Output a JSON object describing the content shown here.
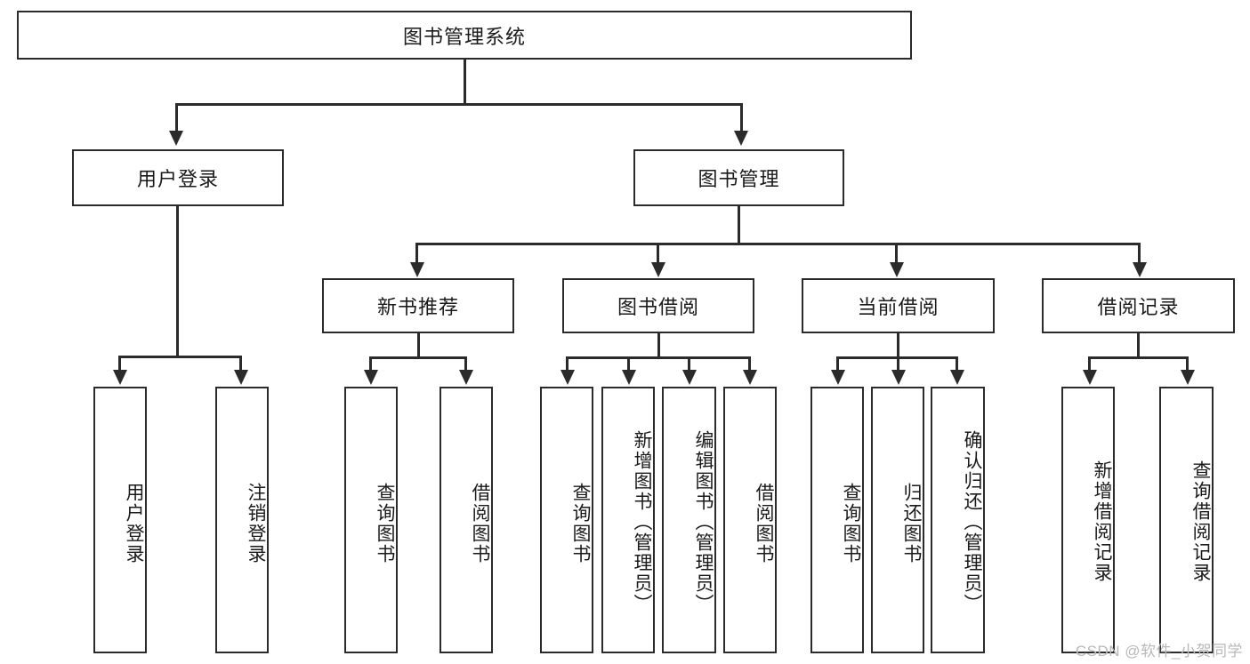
{
  "diagram": {
    "title": "图书管理系统",
    "type": "tree-hierarchy-chart",
    "root": {
      "id": "root",
      "label": "图书管理系统"
    },
    "level2": [
      {
        "id": "login",
        "label": "用户登录"
      },
      {
        "id": "bookmgmt",
        "label": "图书管理"
      }
    ],
    "level3": [
      {
        "id": "newbook",
        "label": "新书推荐",
        "parent": "bookmgmt"
      },
      {
        "id": "borrow",
        "label": "图书借阅",
        "parent": "bookmgmt"
      },
      {
        "id": "current",
        "label": "当前借阅",
        "parent": "bookmgmt"
      },
      {
        "id": "records",
        "label": "借阅记录",
        "parent": "bookmgmt"
      }
    ],
    "leaves": {
      "login": [
        {
          "id": "leaf-user-login",
          "label": "用户登录"
        },
        {
          "id": "leaf-user-logout",
          "label": "注销登录"
        }
      ],
      "newbook": [
        {
          "id": "leaf-query-book-1",
          "label": "查询图书"
        },
        {
          "id": "leaf-borrow-book-1",
          "label": "借阅图书"
        }
      ],
      "borrow": [
        {
          "id": "leaf-query-book-2",
          "label": "查询图书"
        },
        {
          "id": "leaf-add-book",
          "label": "新增图书（管理员）"
        },
        {
          "id": "leaf-edit-book",
          "label": "编辑图书（管理员）"
        },
        {
          "id": "leaf-borrow-book-2",
          "label": "借阅图书"
        }
      ],
      "current": [
        {
          "id": "leaf-query-book-3",
          "label": "查询图书"
        },
        {
          "id": "leaf-return-book",
          "label": "归还图书"
        },
        {
          "id": "leaf-confirm-return",
          "label": "确认归还（管理员）"
        }
      ],
      "records": [
        {
          "id": "leaf-add-record",
          "label": "新增借阅记录"
        },
        {
          "id": "leaf-query-record",
          "label": "查询借阅记录"
        }
      ]
    }
  },
  "watermark": {
    "text": "CSDN @软件_小贺同学"
  },
  "colors": {
    "stroke": "#2b2b2b",
    "background": "#ffffff",
    "text": "#1a1a1a",
    "watermark": "#b8b8b8"
  }
}
